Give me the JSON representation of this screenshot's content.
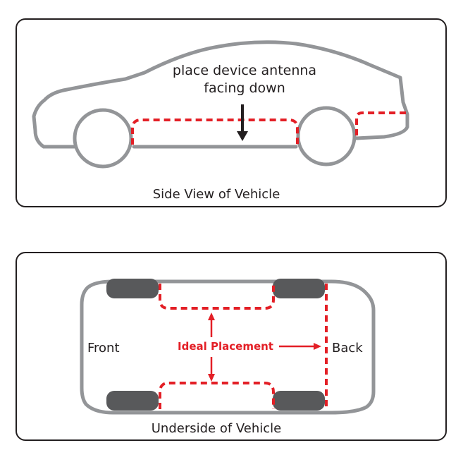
{
  "side_view": {
    "instruction_line1": "place device antenna",
    "instruction_line2": "facing down",
    "caption": "Side View of Vehicle"
  },
  "underside_view": {
    "front_label": "Front",
    "back_label": "Back",
    "ideal_label": "Ideal Placement",
    "caption": "Underside of Vehicle"
  },
  "colors": {
    "outline": "#939598",
    "tire": "#58595b",
    "placement": "#e31f26",
    "text": "#231f20"
  }
}
